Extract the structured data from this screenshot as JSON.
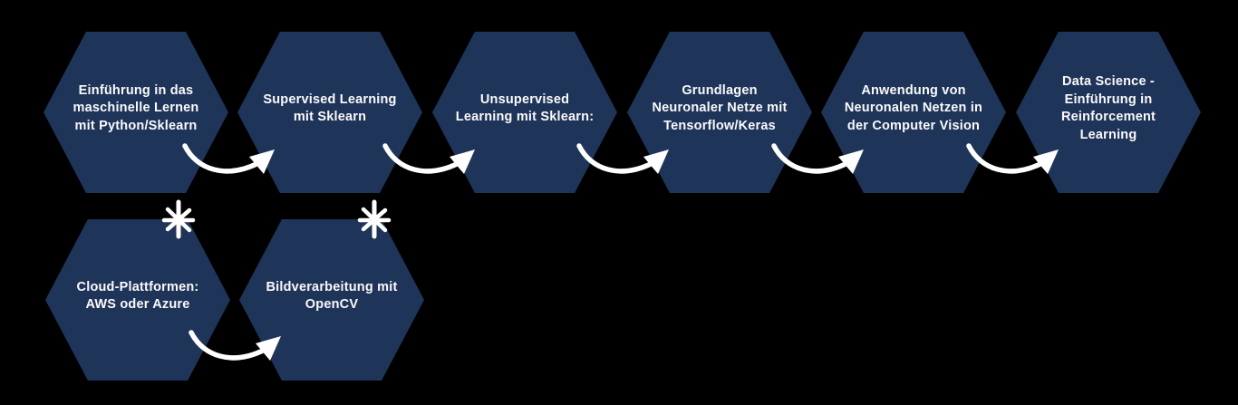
{
  "colors": {
    "background": "#000000",
    "hexagon": "#1f3459",
    "arrow": "#ffffff",
    "text": "#fafafa"
  },
  "modules": {
    "top_row": [
      {
        "label": "Einführung in das\nmaschinelle Lernen\nmit Python/Sklearn"
      },
      {
        "label": "Supervised Learning\nmit Sklearn"
      },
      {
        "label": "Unsupervised\nLearning mit Sklearn:"
      },
      {
        "label": "Grundlagen\nNeuronaler Netze mit\nTensorflow/Keras"
      },
      {
        "label": "Anwendung von\nNeuronalen Netzen in\nder Computer Vision"
      },
      {
        "label": "Data Science -\nEinführung in\nReinforcement\nLearning"
      }
    ],
    "bottom_row": [
      {
        "label": "Cloud-Plattformen:\nAWS oder Azure"
      },
      {
        "label": "Bildverarbeitung mit\nOpenCV"
      }
    ]
  },
  "icons": {
    "arrow": "curved-arrow",
    "marker": "asterisk"
  }
}
